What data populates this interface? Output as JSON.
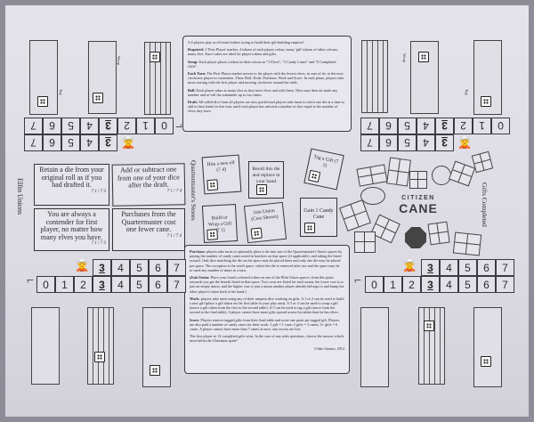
{
  "rules_top": {
    "intro": "3-4 players play as elf team leaders trying to build their gift-building empires!",
    "required_label": "Required:",
    "required": "1 'First Player' marker, 4 tokens of each player colour, many 'gift' tokens of other colours; many dice. Euro-cubes are ideal for player tokens and gifts.",
    "setup_label": "Setup:",
    "setup": "Each player places a token in their colour on \"3 Elves\", \"3 Candy Canes\" and \"0 Completed Gifts\".",
    "turn_label": "Each Turn:",
    "turn": "The First Player marker moves to the player with the fewest elves, in case of tie, to the next clockwise player in contention. Then: Roll, Draft, Purchase, Work and Score. In each phase, players take turns starting with the first player and moving clockwise around the table.",
    "roll_label": "Roll:",
    "roll": "Each player takes as many dice as they have elves and rolls them. They may then set aside any number and re-roll the remainder up to two times.",
    "draft_label": "Draft:",
    "draft": "All rolled dice from all players are now pooled and players take turns to select one die at a time to add to their hand for this turn, until each player has selected a number of dice equal to the number of elves they have."
  },
  "rules_bottom": {
    "purchase_label": "Purchase:",
    "purchase": "players take turns to optionally place a die into one of the Quartermaster's Stores spaces by paying the number of candy canes noted in brackets on that space (if applicable), and taking the listed reward. Only dice matching the die on the space may be placed there and only one die may be placed per space. The exception is the reroll space, where the die is removed after use and the space may be re-used any number of times in a turn.",
    "union_label": "(Join Union:",
    "union": "Place your fourth coloured token on one of the Elfin Union spaces; from this point onwards you get the benefit listed in that space. Two costs are listed for each union; the lower cost is to join an empty union, and the higher cost to join a union another player already belongs to and bump the other player's token back to his hand.)",
    "work_label": "Work:",
    "work": "players take turns using any of their unspent dice working on gifts. A 1 or 2 can be used to build a new gift (place a gift token on the first table in your play area). A 3 or 4 can be used to wrap a gift (move a gift token from the first to the second table). A 5 can be used to tag a gift (move from the second to the final table). A player cannot have more gifts spread across his tables than he has elves.",
    "score_label": "Score:",
    "score": "Players remove tagged gifts from their final table and score one point per tagged gift. Players are also paid a number of candy canes for their work: 1 gift = 1 cane; 2 gifts = 3 canes; 3+ gifts = 6 canes. A player cannot have more than 7 canes at once, any excess are lost.",
    "end": "The first player to 12 completed gifts wins. In the case of any rules questions, choose the answer which most befits the Christmas spirit!",
    "credit": "©Jake Staines, 2014"
  },
  "labels": {
    "elfin_unions": "Elfin Unions",
    "quartermaster": "Quartermaster's Stores",
    "gifts_completed": "Gifts Completed",
    "logo_line1": "CITIZEN",
    "logo_line2": "CANE",
    "wrap": "Wrap",
    "tag": "Tag"
  },
  "unions": [
    {
      "text": "Retain a die from your original roll as if you had drafted it.",
      "cost": "7 1 / 7 3"
    },
    {
      "text": "Add or subtract one from one of your dice after the draft.",
      "cost": "7 1 / 7 4"
    },
    {
      "text": "You are always a contender for first player, no matter how many elves you have.",
      "cost": "7 1 / 7 3"
    },
    {
      "text": "Purchases from the Quartermaster cost one fewer cane.",
      "cost": "7 1 / 7 4"
    }
  ],
  "stores": [
    {
      "text": "Hire a new elf (7 4)"
    },
    {
      "text": "Reroll this die and replace in your hand"
    },
    {
      "text": "Tag a Gift (7 2)"
    },
    {
      "text": "Build or Wrap a Gift (7 1)"
    },
    {
      "text": "Join Union (Cost Shown)"
    },
    {
      "text": "Gain 1 Candy Cane"
    }
  ],
  "tracks": {
    "full": [
      "0",
      "1",
      "2",
      "3",
      "4",
      "5",
      "6",
      "7"
    ],
    "elves": [
      "3",
      "4",
      "5",
      "6",
      "7"
    ]
  }
}
